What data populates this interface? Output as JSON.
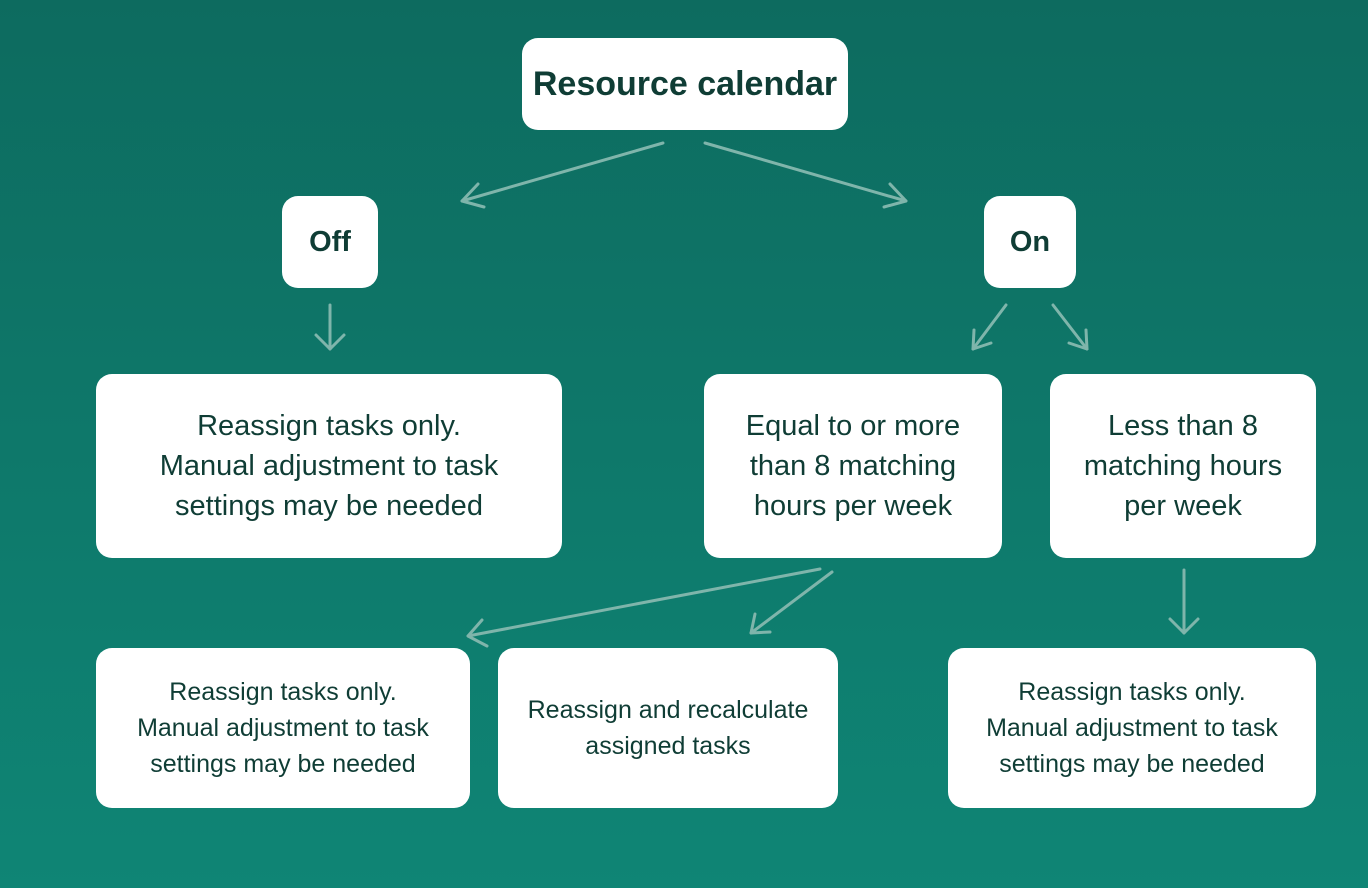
{
  "diagram": {
    "root": {
      "label": "Resource calendar"
    },
    "off": {
      "label": "Off"
    },
    "on": {
      "label": "On"
    },
    "off_result": {
      "label": "Reassign tasks only.\nManual adjustment to task\nsettings may be needed"
    },
    "on_gte": {
      "label": "Equal to or more\nthan 8 matching\nhours per week"
    },
    "on_lt": {
      "label": "Less than 8\nmatching hours\nper week"
    },
    "gte_reassign_only": {
      "label": "Reassign tasks only.\nManual adjustment to task\nsettings may be needed"
    },
    "gte_recalculate": {
      "label": "Reassign and recalculate\nassigned tasks"
    },
    "lt_result": {
      "label": "Reassign tasks only.\nManual adjustment to task\nsettings may be needed"
    }
  },
  "colors": {
    "background_top": "#0d6b5f",
    "background_bottom": "#0f8575",
    "node_fill": "#ffffff",
    "text": "#0f3d35",
    "connector": "#7fb5ab"
  }
}
